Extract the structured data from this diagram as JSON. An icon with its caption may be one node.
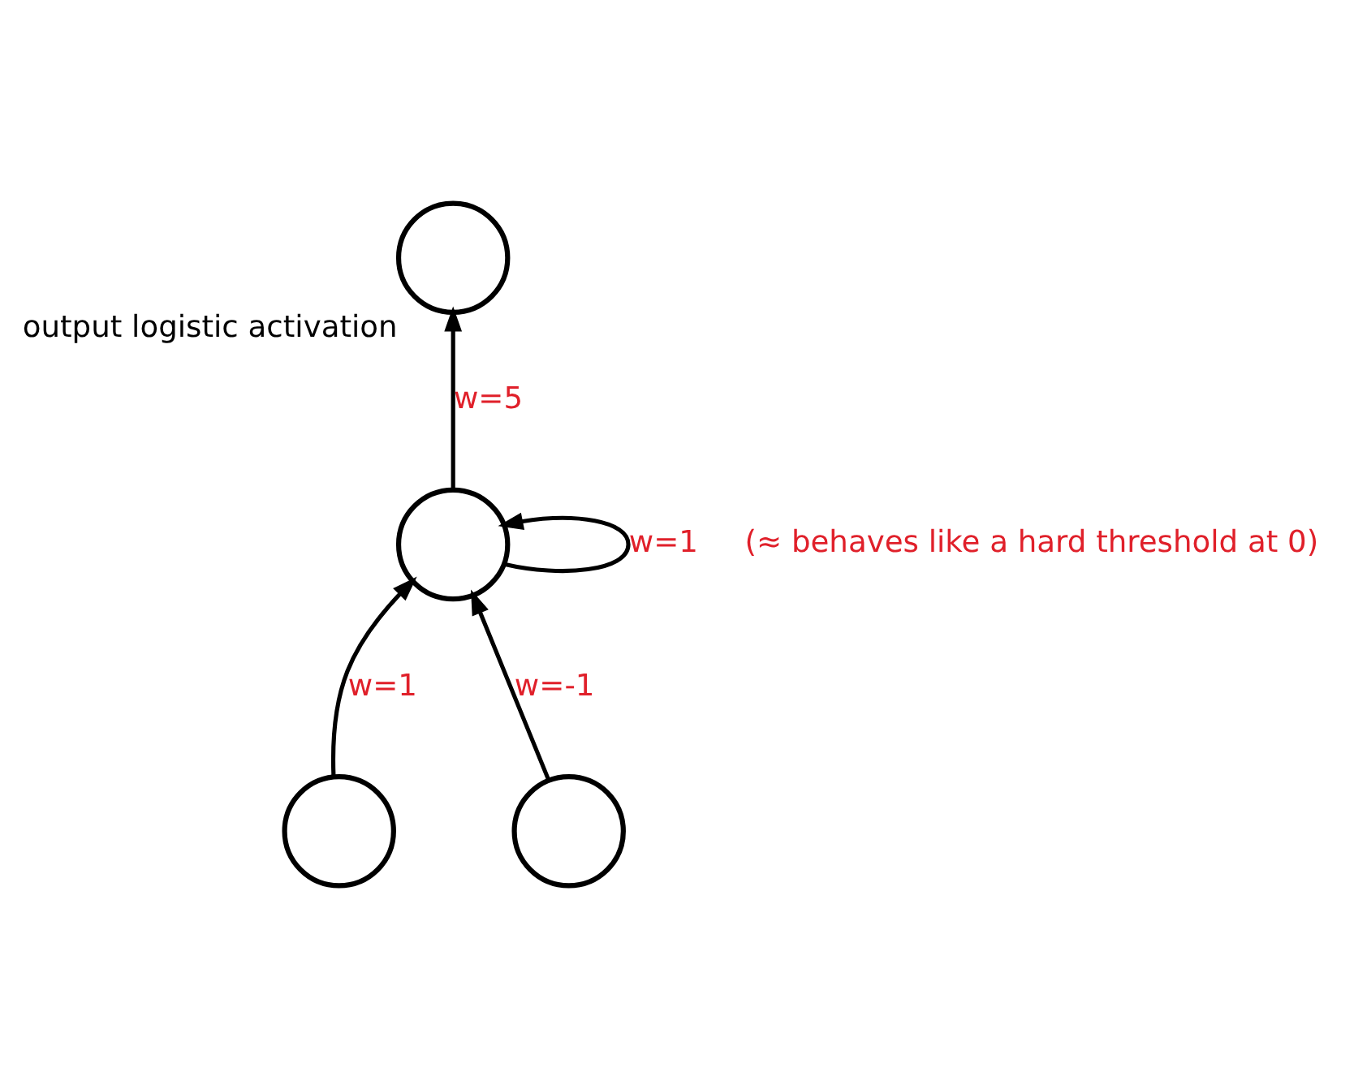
{
  "diagram": {
    "nodes": [
      {
        "text": [],
        "shape": "circle",
        "beside": [
          "output logistic activation"
        ]
      },
      {
        "text": [],
        "shape": "circle"
      },
      {
        "text": [],
        "shape": "circle"
      },
      {
        "text": [],
        "shape": "circle"
      }
    ],
    "edges": [
      {
        "from": 1,
        "to": 0,
        "arrow": "to",
        "label": "w=5"
      },
      {
        "from": 1,
        "to": 1,
        "arrow": "to",
        "label": "w=1"
      },
      {
        "from": 2,
        "to": 1,
        "arrow": "to",
        "label": "w=1"
      },
      {
        "from": 3,
        "to": 1,
        "arrow": "to",
        "label": "w=-1"
      }
    ],
    "labels": [
      "(≈ behaves like a hard threshold at 0)"
    ]
  }
}
